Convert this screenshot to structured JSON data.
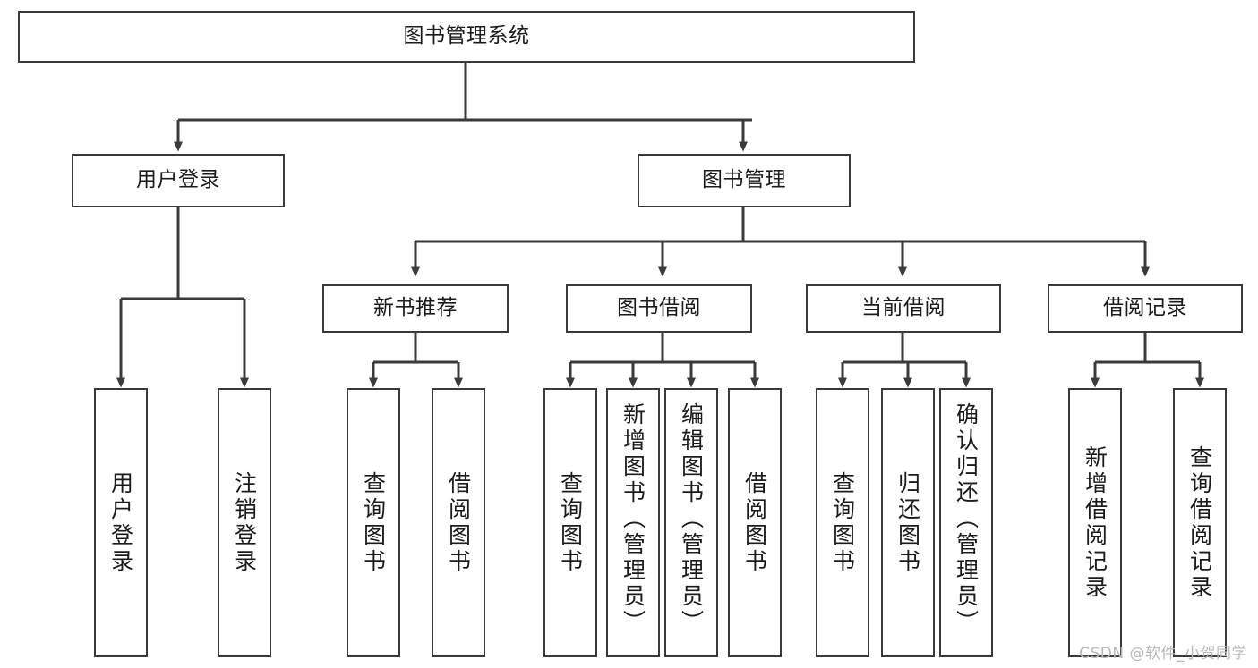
{
  "diagram": {
    "title": "图书管理系统",
    "type": "hierarchy-tree",
    "orientation": "top-down",
    "watermark": "CSDN @软件_小贺同学",
    "colors": {
      "background": "#ffffff",
      "box_border": "#3a3a3a",
      "box_fill": "#ffffff",
      "connector": "#3a3a3a",
      "text": "#1b1b1b",
      "watermark": "#b9b9b9"
    },
    "levels": [
      {
        "level": 1,
        "nodes": [
          {
            "id": "root",
            "label": "图书管理系统",
            "text_direction": "horizontal"
          }
        ]
      },
      {
        "level": 2,
        "nodes": [
          {
            "id": "user-login",
            "label": "用户登录",
            "parent": "root",
            "text_direction": "horizontal"
          },
          {
            "id": "book-manage",
            "label": "图书管理",
            "parent": "root",
            "text_direction": "horizontal"
          }
        ]
      },
      {
        "level": 3,
        "nodes": [
          {
            "id": "new-book-rec",
            "label": "新书推荐",
            "parent": "book-manage",
            "text_direction": "horizontal"
          },
          {
            "id": "book-borrow",
            "label": "图书借阅",
            "parent": "book-manage",
            "text_direction": "horizontal"
          },
          {
            "id": "current-borrow",
            "label": "当前借阅",
            "parent": "book-manage",
            "text_direction": "horizontal"
          },
          {
            "id": "borrow-record",
            "label": "借阅记录",
            "parent": "book-manage",
            "text_direction": "horizontal"
          }
        ]
      },
      {
        "level": 4,
        "nodes": [
          {
            "id": "leaf-1",
            "label": "用户登录",
            "parent": "user-login",
            "text_direction": "vertical"
          },
          {
            "id": "leaf-2",
            "label": "注销登录",
            "parent": "user-login",
            "text_direction": "vertical"
          },
          {
            "id": "leaf-3",
            "label": "查询图书",
            "parent": "new-book-rec",
            "text_direction": "vertical"
          },
          {
            "id": "leaf-4",
            "label": "借阅图书",
            "parent": "new-book-rec",
            "text_direction": "vertical"
          },
          {
            "id": "leaf-5",
            "label": "查询图书",
            "parent": "book-borrow",
            "text_direction": "vertical"
          },
          {
            "id": "leaf-6",
            "label": "新增图书（管理员）",
            "parent": "book-borrow",
            "text_direction": "vertical"
          },
          {
            "id": "leaf-7",
            "label": "编辑图书（管理员）",
            "parent": "book-borrow",
            "text_direction": "vertical"
          },
          {
            "id": "leaf-8",
            "label": "借阅图书",
            "parent": "book-borrow",
            "text_direction": "vertical"
          },
          {
            "id": "leaf-9",
            "label": "查询图书",
            "parent": "current-borrow",
            "text_direction": "vertical"
          },
          {
            "id": "leaf-10",
            "label": "归还图书",
            "parent": "current-borrow",
            "text_direction": "vertical"
          },
          {
            "id": "leaf-11",
            "label": "确认归还（管理员）",
            "parent": "current-borrow",
            "text_direction": "vertical"
          },
          {
            "id": "leaf-12",
            "label": "新增借阅记录",
            "parent": "borrow-record",
            "text_direction": "vertical"
          },
          {
            "id": "leaf-13",
            "label": "查询借阅记录",
            "parent": "borrow-record",
            "text_direction": "vertical"
          }
        ]
      }
    ]
  }
}
